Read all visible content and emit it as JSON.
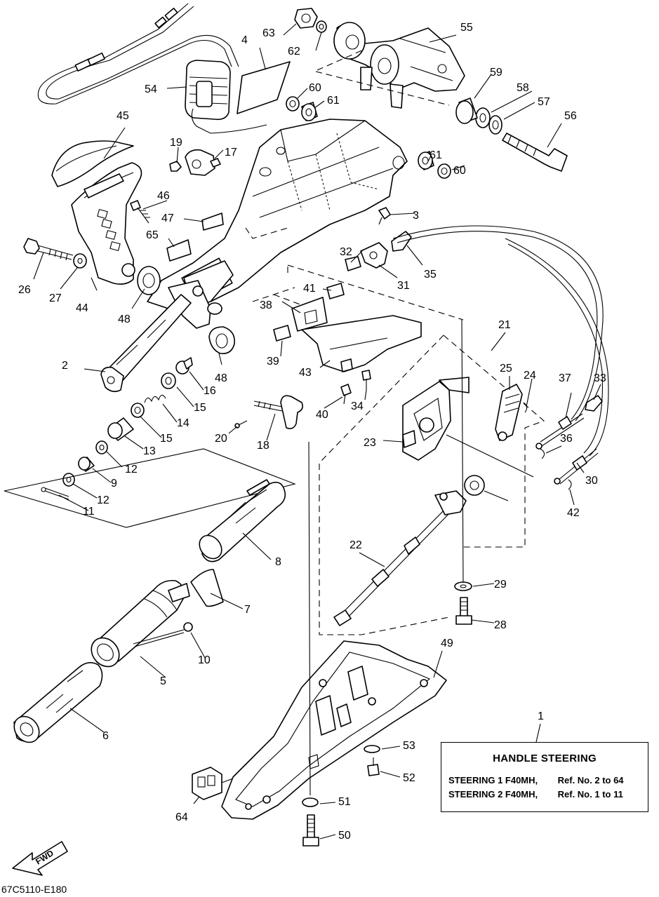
{
  "drawing_code": "67C5110-E180",
  "fwd_label": "FWD",
  "legend": {
    "title": "HANDLE STEERING",
    "rows": [
      {
        "label": "STEERING 1 F40MH,",
        "ref": "Ref. No. 2 to 64"
      },
      {
        "label": "STEERING 2 F40MH,",
        "ref": "Ref. No. 1 to 11"
      }
    ]
  },
  "callouts": [
    {
      "n": "1"
    },
    {
      "n": "2"
    },
    {
      "n": "3"
    },
    {
      "n": "4"
    },
    {
      "n": "5"
    },
    {
      "n": "6"
    },
    {
      "n": "7"
    },
    {
      "n": "8"
    },
    {
      "n": "9"
    },
    {
      "n": "10"
    },
    {
      "n": "11"
    },
    {
      "n": "12"
    },
    {
      "n": "12"
    },
    {
      "n": "13"
    },
    {
      "n": "14"
    },
    {
      "n": "15"
    },
    {
      "n": "15"
    },
    {
      "n": "16"
    },
    {
      "n": "17"
    },
    {
      "n": "18"
    },
    {
      "n": "19"
    },
    {
      "n": "20"
    },
    {
      "n": "21"
    },
    {
      "n": "22"
    },
    {
      "n": "23"
    },
    {
      "n": "24"
    },
    {
      "n": "25"
    },
    {
      "n": "26"
    },
    {
      "n": "27"
    },
    {
      "n": "28"
    },
    {
      "n": "29"
    },
    {
      "n": "30"
    },
    {
      "n": "31"
    },
    {
      "n": "32"
    },
    {
      "n": "33"
    },
    {
      "n": "34"
    },
    {
      "n": "35"
    },
    {
      "n": "36"
    },
    {
      "n": "37"
    },
    {
      "n": "38"
    },
    {
      "n": "39"
    },
    {
      "n": "40"
    },
    {
      "n": "41"
    },
    {
      "n": "42"
    },
    {
      "n": "43"
    },
    {
      "n": "44"
    },
    {
      "n": "45"
    },
    {
      "n": "46"
    },
    {
      "n": "47"
    },
    {
      "n": "48"
    },
    {
      "n": "48"
    },
    {
      "n": "49"
    },
    {
      "n": "50"
    },
    {
      "n": "51"
    },
    {
      "n": "52"
    },
    {
      "n": "53"
    },
    {
      "n": "54"
    },
    {
      "n": "55"
    },
    {
      "n": "56"
    },
    {
      "n": "57"
    },
    {
      "n": "58"
    },
    {
      "n": "59"
    },
    {
      "n": "60"
    },
    {
      "n": "60"
    },
    {
      "n": "61"
    },
    {
      "n": "61"
    },
    {
      "n": "62"
    },
    {
      "n": "63"
    },
    {
      "n": "64"
    },
    {
      "n": "65"
    }
  ]
}
